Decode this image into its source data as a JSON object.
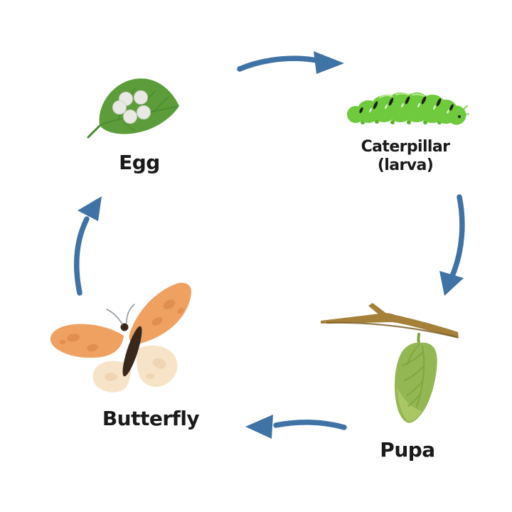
{
  "diagram": {
    "type": "cycle",
    "stages": [
      {
        "id": "egg",
        "label": "Egg",
        "illustration": "leaf-with-egg-cluster"
      },
      {
        "id": "caterpillar",
        "label": "Caterpillar",
        "sublabel": "(larva)",
        "illustration": "green-caterpillar"
      },
      {
        "id": "pupa",
        "label": "Pupa",
        "illustration": "chrysalis-hanging-from-branch"
      },
      {
        "id": "butterfly",
        "label": "Butterfly",
        "illustration": "orange-butterfly"
      }
    ],
    "arrows": [
      {
        "from": "egg",
        "to": "caterpillar",
        "direction": "right"
      },
      {
        "from": "caterpillar",
        "to": "pupa",
        "direction": "down"
      },
      {
        "from": "pupa",
        "to": "butterfly",
        "direction": "left"
      },
      {
        "from": "butterfly",
        "to": "egg",
        "direction": "up"
      }
    ]
  },
  "colors": {
    "background": "#ffffff",
    "arrow": "#3f72a5",
    "label_text": "#1a1a1a",
    "leaf": "#5c9c3a",
    "leaf_vein": "#4a8a2e",
    "egg": "#e9e9e3",
    "caterpillar": "#6fca3e",
    "caterpillar_spot": "#1c2413",
    "caterpillar_leg": "#58b32c",
    "chrysalis": "#93b752",
    "chrysalis_light": "#abc765",
    "chrysalis_vein": "#7da23d",
    "branch": "#a48038",
    "branch_dark": "#775c26",
    "butterfly_wing": "#efa162",
    "butterfly_wing_spot": "#dd8a4b",
    "butterfly_hindwing": "#f7e4c8",
    "butterfly_hindwing_spot": "#eed2ae",
    "butterfly_body": "#38281c",
    "butterfly_antenna": "#8f98a3"
  }
}
